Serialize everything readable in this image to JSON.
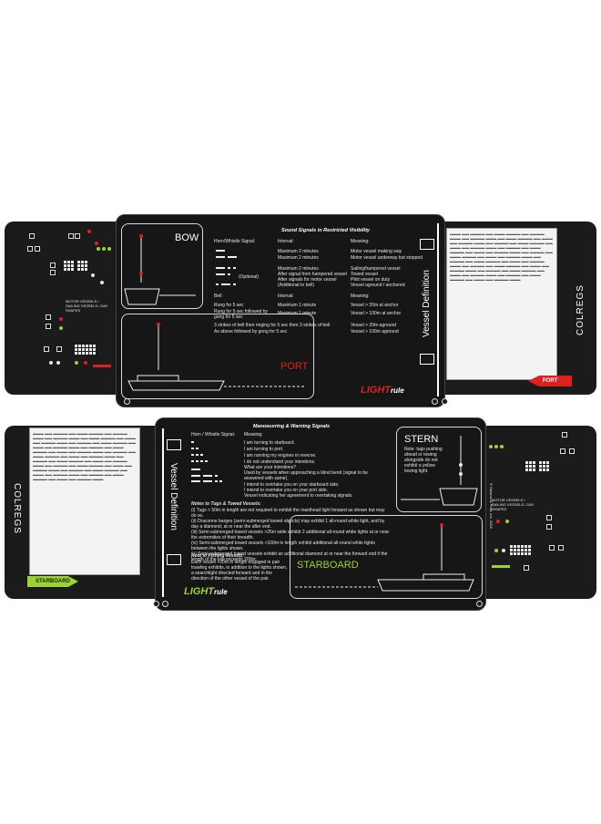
{
  "top_card": {
    "sound_title": "Sound Signals in Restricted Visibility",
    "headers": [
      "Horn/Whistle Signal:",
      "Interval:",
      "Meaning:"
    ],
    "rows": [
      {
        "interval": "Maximum 2 minutes",
        "meaning": "Motor vessel making way"
      },
      {
        "interval": "Maximum 2 minutes",
        "meaning": "Motor vessel underway but stopped"
      },
      {
        "interval": "Maximum 2 minutes",
        "meaning": "Sailing/hampered vessel"
      },
      {
        "interval": "After signal from hampered vessel",
        "meaning": "Towed vessel"
      },
      {
        "interval": "After signals for motor vessel",
        "meaning": "Pilot vessel on duty"
      },
      {
        "interval": "(Additional to bell)",
        "meaning": "Vessel aground / anchored"
      }
    ],
    "optional": "(Optional)",
    "bell_headers": [
      "Bell:",
      "Interval:",
      "Meaning:"
    ],
    "bell_rows": [
      {
        "signal": "Rung for 5 sec",
        "interval": "Maximum 1 minute",
        "meaning": "Vessel > 20m at anchor"
      },
      {
        "signal": "Rung for 5 sec followed by gong for 5 sec",
        "interval": "Maximum 1 minute",
        "meaning": "Vessel > 100m at anchor"
      }
    ],
    "strike_rows": [
      {
        "signal": "3 strikes of bell then ringing for 5 sec then 3 strikes of bell",
        "meaning": "Vessel > 20m aground"
      },
      {
        "signal": "As above followed by gong for 5 sec",
        "meaning": "Vessel > 100m aground"
      }
    ],
    "bow_label": "BOW",
    "port_label": "PORT",
    "vessel_definition": "Vessel Definition",
    "colregs": "COLREGS",
    "port_badge": "PORT",
    "logo_main": "LIGHT",
    "logo_tail": "rule",
    "callout": "MOTOR VESSELS / SAILING VESSELS / DAY SHAPES"
  },
  "bottom_card": {
    "maneuver_title": "Manoeuvring & Warning Signals",
    "headers": [
      "Horn / Whistle Signal:",
      "Meaning:"
    ],
    "meanings": [
      "I am turning to starboard.",
      "I am turning to port.",
      "I am running my engines in reverse.",
      "I do not understand your intentions.",
      "What are your intentions?",
      "Used by vessels when approaching a blind bend (signal to be answered with same).",
      "I intend to overtake you on your starboard side.",
      "I intend to overtake you on your port side.",
      "Vessel indicating her agreement to overtaking signals."
    ],
    "tugs_title": "Notes to Tugs & Towed Vessels:",
    "tugs_notes": [
      "(i) Tugs < 50m in length are not required to exhibit the masthead light forward as shown but may do so.",
      "(ii) Draconne barges (semi-submerged towed objects) may exhibit 1 all-round white light, and by day a diamond, at or near the after end.",
      "(iii) Semi-submerged towed vessels >25m wide exhibit 2 additional all-round white lights at or near the extremities of their breadth.",
      "(iv) Semi-submerged towed vessels >100m in length exhibit additional all-round white lights between the lights shown.",
      "(v) Semi-submerged towed vessels exhibit an additional diamond at or near the forward end if the length of the tow exceeds 200m."
    ],
    "fishing_title": "Note to Fishing Vessels:",
    "fishing_note": "Each vessel >20m in length engaged in pair trawling exhibits, in addition to the lights shown, a searchlight directed forward and in the direction of the other vessel of the pair.",
    "stern_label": "STERN",
    "stern_note": "Note: tugs pushing ahead or towing alongside do not exhibit a yellow towing light.",
    "starboard_label": "STARBOARD",
    "vessel_definition": "Vessel Definition",
    "colregs": "COLREGS",
    "starboard_badge": "STARBOARD",
    "logo_main": "LIGHT",
    "logo_tail": "rule",
    "copyright": "© Stearns & Pratt, Inc. 2005",
    "callout": "MOTOR VESSELS / SAILING VESSELS / DAY SHAPES"
  },
  "colors": {
    "card": "#1b1b1b",
    "red": "#e0201c",
    "green": "#9bd431",
    "text": "#ffffff"
  },
  "icons": [
    "right-arrow-icon",
    "boat-icon",
    "light-dot-icon",
    "day-shape-icon"
  ]
}
